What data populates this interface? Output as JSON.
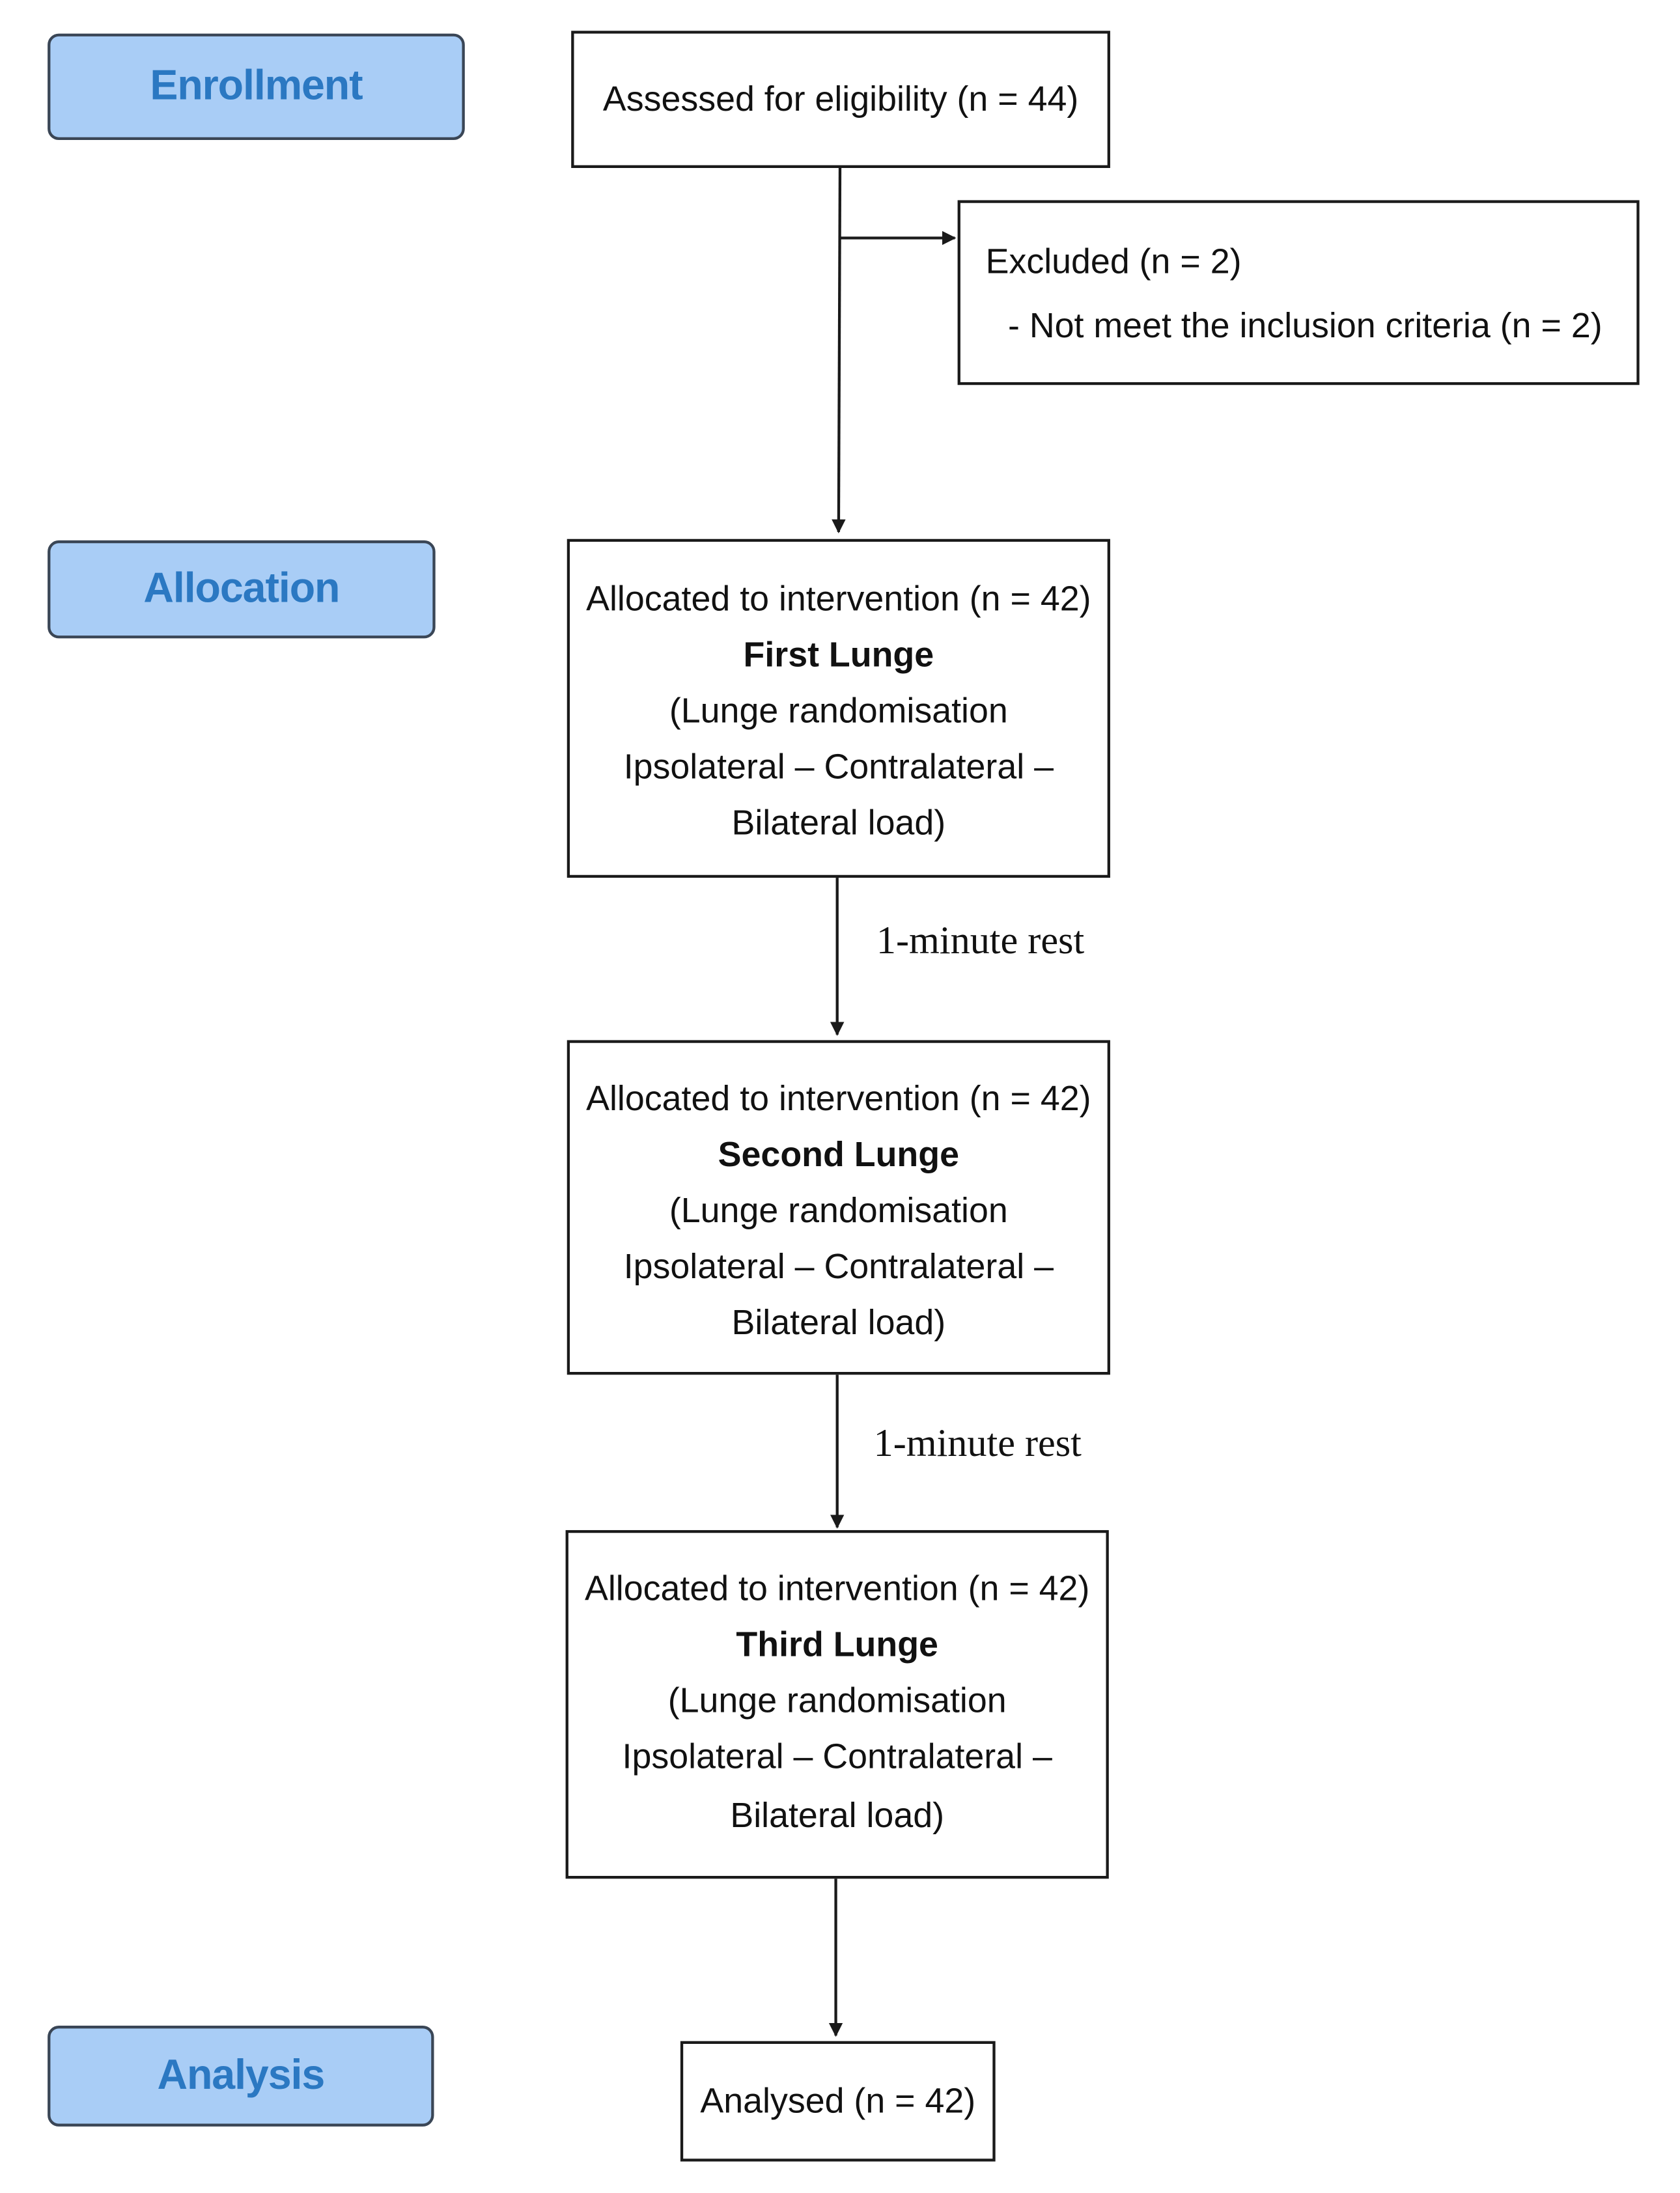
{
  "stages": {
    "enrollment": "Enrollment",
    "allocation": "Allocation",
    "analysis": "Analysis"
  },
  "assessed": {
    "text": "Assessed for eligibility (n = 44)"
  },
  "excluded": {
    "title": "Excluded (n = 2)",
    "reason": "- Not meet the inclusion criteria (n = 2)"
  },
  "interventions": [
    {
      "header": "Allocated to intervention (n = 42)",
      "name": "First Lunge",
      "detail_1": "(Lunge randomisation",
      "detail_2": "Ipsolateral – Contralateral –",
      "detail_3": "Bilateral load)"
    },
    {
      "header": "Allocated to intervention (n = 42)",
      "name": "Second Lunge",
      "detail_1": "(Lunge randomisation",
      "detail_2": "Ipsolateral – Contralateral –",
      "detail_3": "Bilateral load)"
    },
    {
      "header": "Allocated to intervention (n = 42)",
      "name": "Third Lunge",
      "detail_1": "(Lunge randomisation",
      "detail_2": "Ipsolateral – Contralateral –",
      "detail_3": "Bilateral load)"
    }
  ],
  "rest_labels": [
    "1-minute rest",
    "1-minute rest"
  ],
  "analysed": {
    "text": "Analysed (n = 42)"
  },
  "colors": {
    "stage_fill": "#a9cdf6",
    "stage_text": "#2b78c2",
    "line": "#1a1a1a"
  }
}
